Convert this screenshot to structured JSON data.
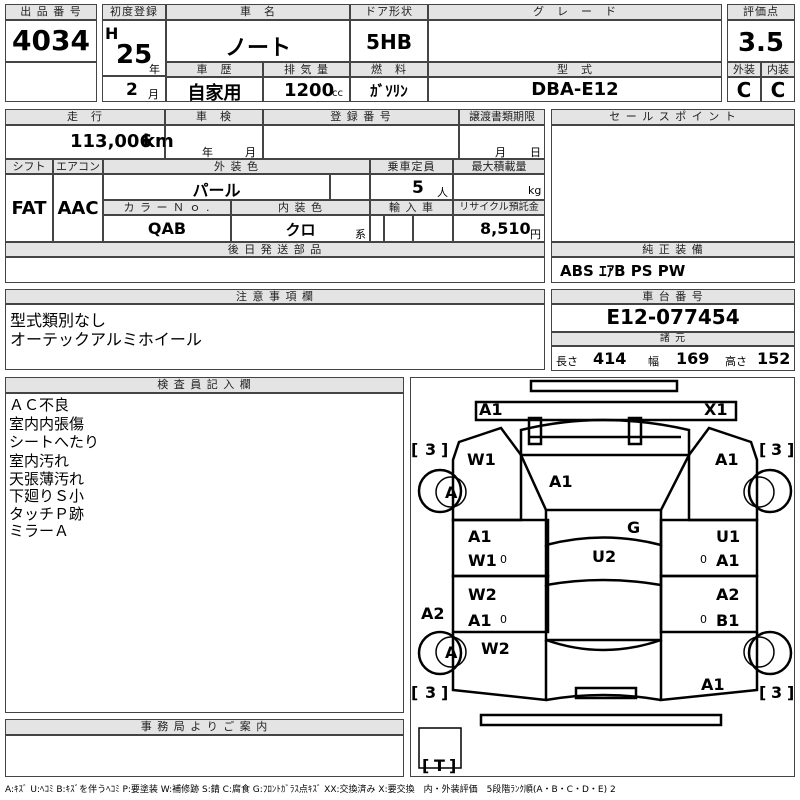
{
  "header": {
    "lot_no": {
      "label": "出 品 番 号",
      "value": "4034"
    },
    "first_reg": {
      "label": "初度登録",
      "era": "H",
      "year": "25",
      "year_unit": "年",
      "month": "2",
      "month_unit": "月"
    },
    "car_name": {
      "label": "車　名",
      "value": "ノート"
    },
    "door": {
      "label": "ドア形状",
      "value": "5HB"
    },
    "grade": {
      "label": "グ　レ　ー　ド",
      "value": ""
    },
    "score": {
      "label": "評価点",
      "value": "3.5"
    },
    "history": {
      "label": "車　歴",
      "value": "自家用"
    },
    "displacement": {
      "label": "排 気 量",
      "value": "1200",
      "unit": "cc"
    },
    "fuel": {
      "label": "燃　料",
      "value": "ｶﾞｿﾘﾝ"
    },
    "model": {
      "label": "型　式",
      "value": "DBA-E12"
    },
    "exterior": {
      "label": "外装",
      "value": "C"
    },
    "interior": {
      "label": "内装",
      "value": "C"
    }
  },
  "details": {
    "mileage": {
      "label": "走　行",
      "value": "113,006",
      "unit": "km"
    },
    "inspection": {
      "label": "車　検",
      "year_unit": "年",
      "month_unit": "月"
    },
    "reg_no": {
      "label": "登 録 番 号"
    },
    "transfer_deadline": {
      "label": "譲渡書類期限",
      "month_unit": "月",
      "day_unit": "日"
    },
    "shift": {
      "label": "シフト",
      "value": "FAT"
    },
    "aircon": {
      "label": "エアコン",
      "value": "AAC"
    },
    "ext_color": {
      "label": "外 装 色",
      "value": "パール"
    },
    "capacity": {
      "label": "乗車定員",
      "value": "5",
      "unit": "人"
    },
    "max_load": {
      "label": "最大積載量",
      "unit": "kg"
    },
    "color_no": {
      "label": "カ ラ ー Ｎ ｏ .",
      "value": "QAB"
    },
    "int_color": {
      "label": "内 装 色",
      "value": "クロ",
      "unit": "系"
    },
    "import": {
      "label": "輸 入 車"
    },
    "recycle": {
      "label": "リサイクル預託金",
      "value": "8,510",
      "unit": "円"
    },
    "later_parts": {
      "label": "後 日 発 送 部 品"
    }
  },
  "sales_points": {
    "label": "セ ー ル ス ポ イ ン ト"
  },
  "equipment": {
    "label": "純 正 装 備",
    "value": "ABS ｴｱB PS PW"
  },
  "notes": {
    "label": "注 意 事 項 欄",
    "lines": [
      "型式類別なし",
      "オーテックアルミホイール"
    ]
  },
  "chassis": {
    "label": "車 台 番 号",
    "value": "E12-077454"
  },
  "dimensions": {
    "label": "諸 元",
    "length_label": "長さ",
    "length": "414",
    "width_label": "幅",
    "width": "169",
    "height_label": "高さ",
    "height": "152"
  },
  "inspector": {
    "label": "検 査 員 記 入 欄",
    "lines": [
      "ＡＣ不良",
      "室内内張傷",
      "シートへたり",
      "室内汚れ",
      "天張薄汚れ",
      "下廻りＳ小",
      "タッチＰ跡",
      "ミラーＡ"
    ]
  },
  "office": {
    "label": "事 務 局 よ り ご 案 内"
  },
  "legend": "A:ｷｽﾞ U:ﾍｺﾐ B:ｷｽﾞを伴うﾍｺﾐ P:要塗装 W:補修跡 S:錆 C:腐食 G:ﾌﾛﾝﾄｶﾞﾗｽ点ｷｽﾞ XX:交換済み X:要交換　内・外装評価　5段階ﾗﾝｸ順(A・B・C・D・E) 2",
  "diagram_marks": {
    "front_bumper_left": "A1",
    "front_bumper_right": "X1",
    "hood": "A1",
    "front_fender_left": "W1",
    "front_fender_right": "A1",
    "front_wheel_left": "A",
    "front_door_left_a": "A1",
    "front_door_left_b": "W1",
    "windshield": "G",
    "roof": "U2",
    "front_door_right_a": "U1",
    "front_door_right_b": "A1",
    "rear_door_left_a": "W2",
    "rear_door_left_b": "A1",
    "rear_door_right_a": "A2",
    "rear_door_right_b": "B1",
    "rear_fender_left_outer": "A2",
    "rear_fender_left": "W2",
    "rear_wheel_left": "A",
    "rear_right": "A1",
    "tire_fl": "3",
    "tire_fr": "3",
    "tire_rl": "3",
    "tire_rr": "3",
    "spare": "T",
    "door_mark_left_front": "0",
    "door_mark_right_front": "0",
    "door_mark_left_rear": "0",
    "door_mark_right_rear": "0"
  }
}
